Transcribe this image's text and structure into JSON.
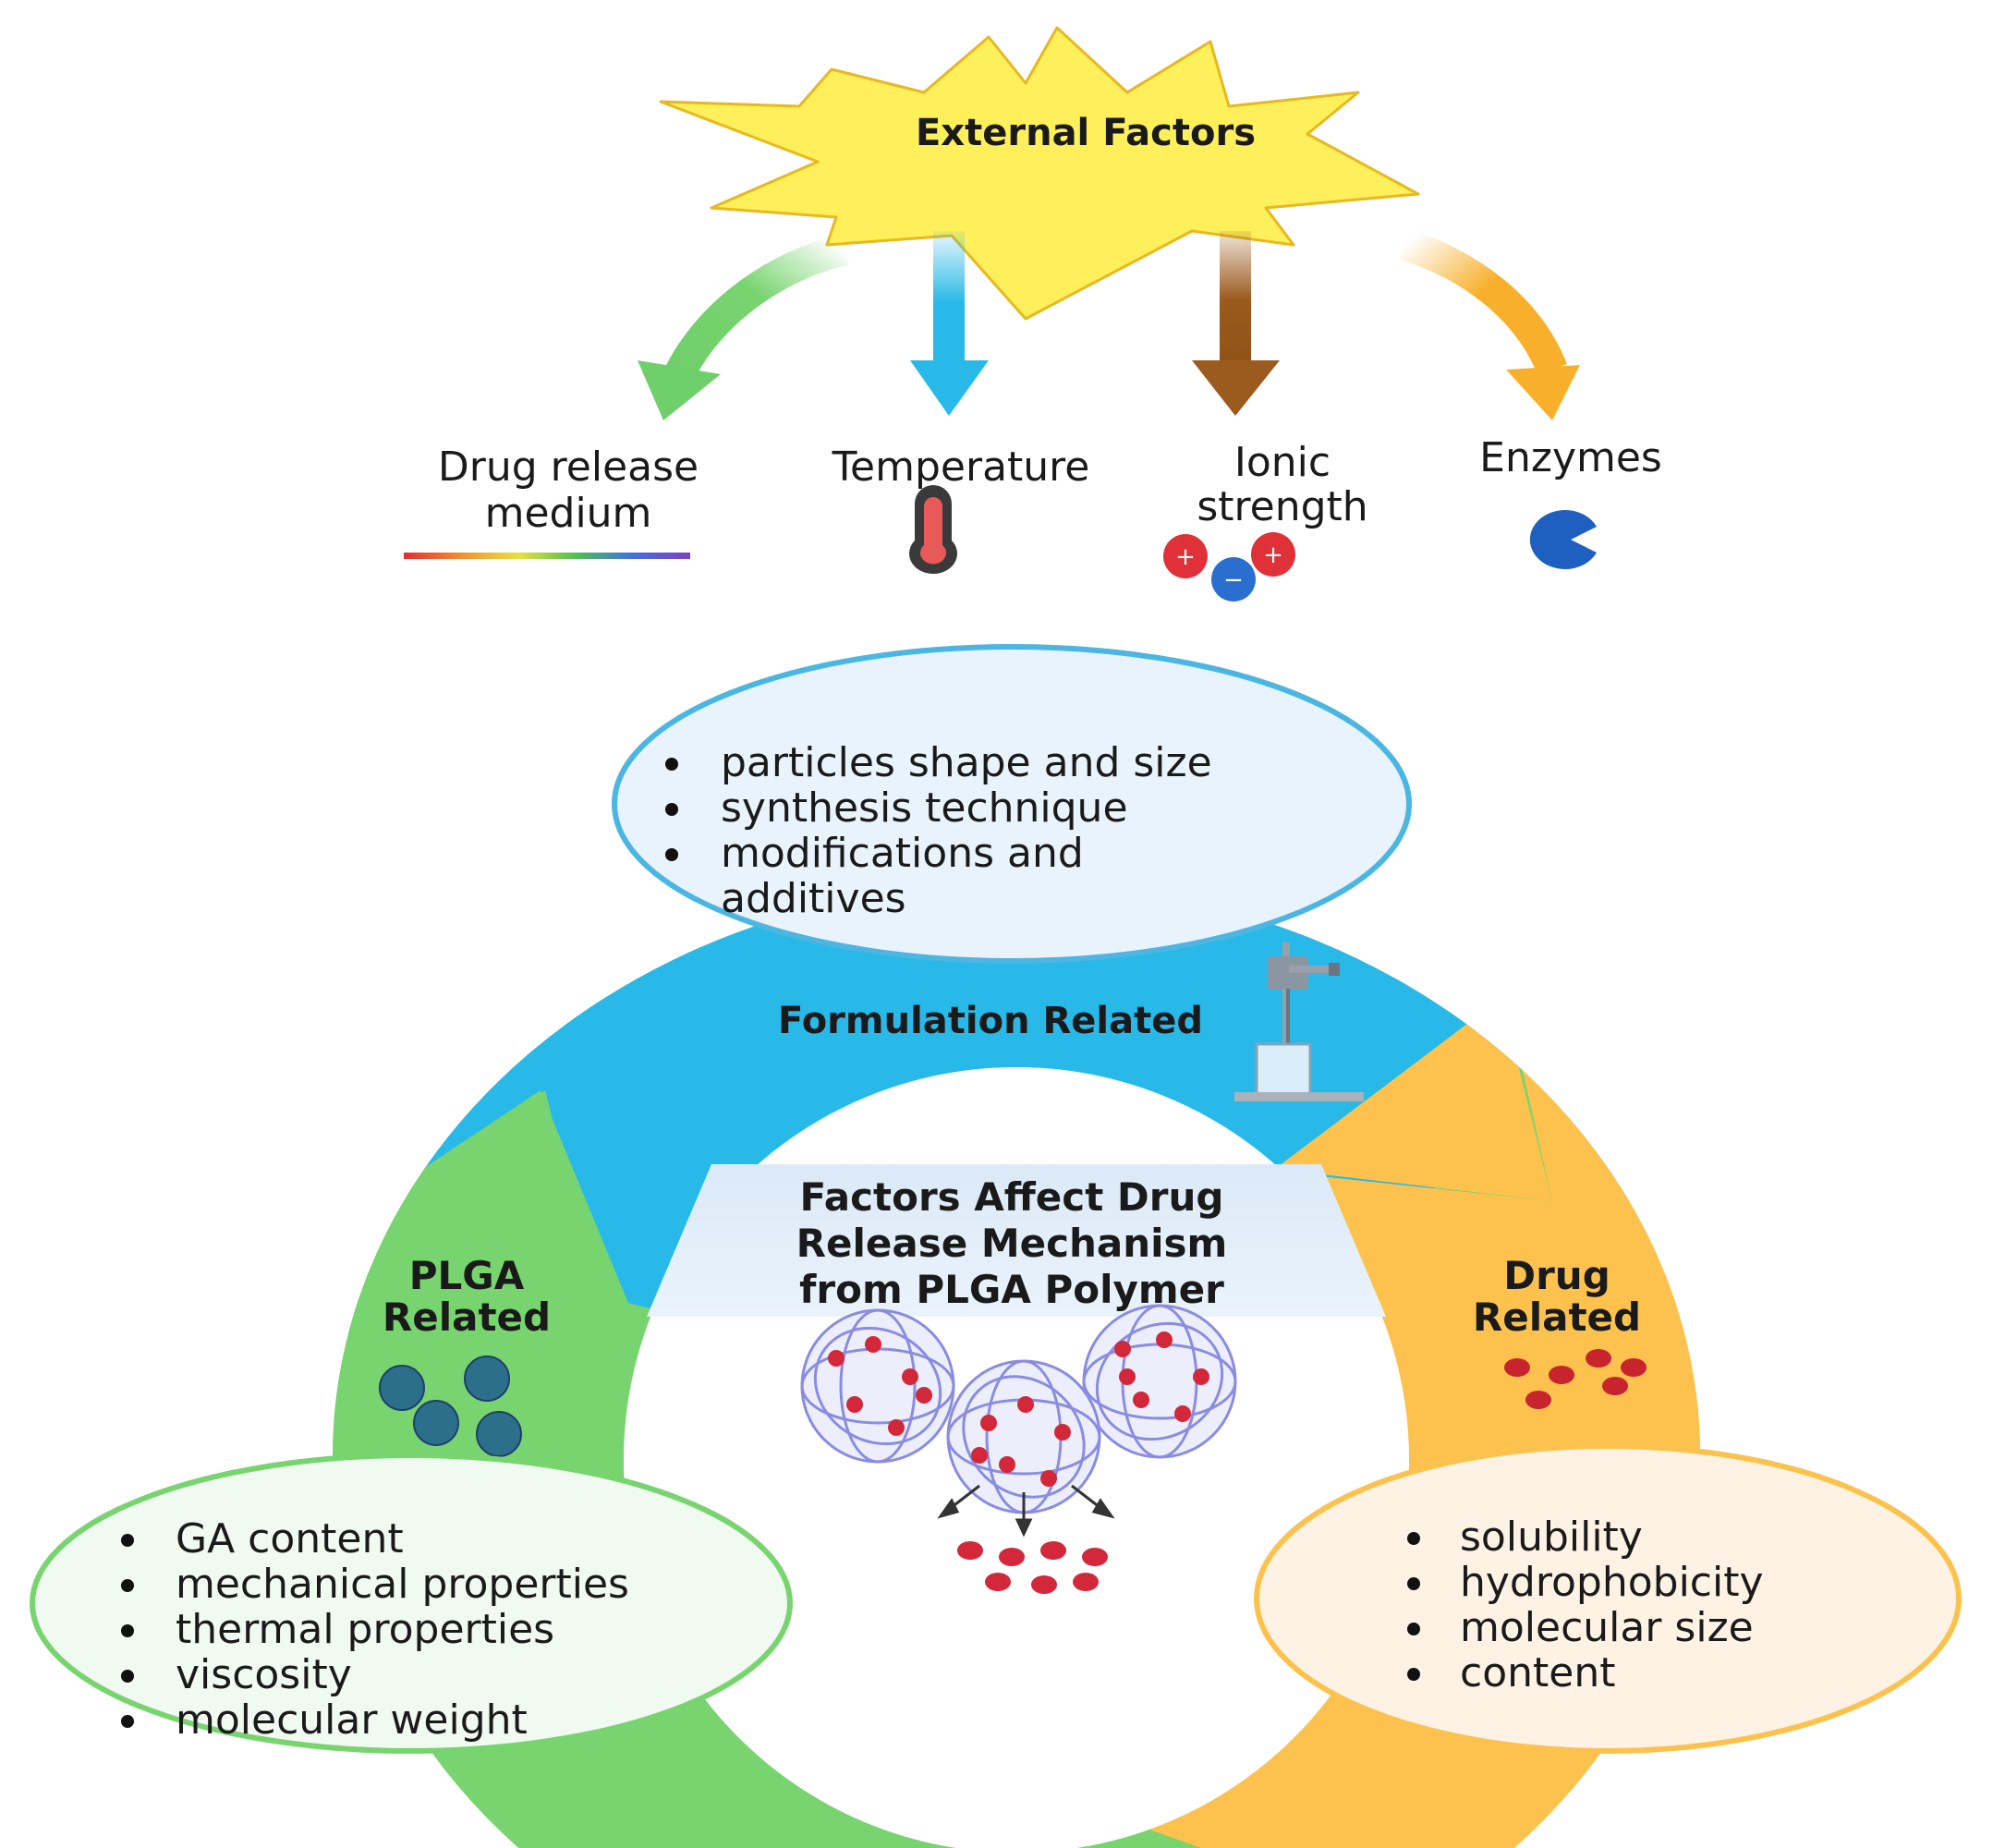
{
  "external": {
    "title": "External Factors",
    "factors": [
      {
        "line1": "Drug release",
        "line2": "medium",
        "icon": "spectrum-bar-icon",
        "arrow_color": "#6fcf6a"
      },
      {
        "line1": "Temperature",
        "line2": "",
        "icon": "thermometer-icon",
        "arrow_color": "#29b9e8"
      },
      {
        "line1": "Ionic",
        "line2": "strength",
        "icon": "ions-icon",
        "arrow_color": "#9b5a1e"
      },
      {
        "line1": "Enzymes",
        "line2": "",
        "icon": "enzyme-icon",
        "arrow_color": "#f8b02c"
      }
    ]
  },
  "center": {
    "line1": "Factors Affect Drug",
    "line2": "Release Mechanism",
    "line3": "from PLGA Polymer"
  },
  "formulation": {
    "label": "Formulation Related",
    "items": [
      "particles shape and size",
      "synthesis technique",
      "modifications and",
      "additives"
    ]
  },
  "plga": {
    "line1": "PLGA",
    "line2": "Related",
    "items": [
      "GA content",
      "mechanical properties",
      "thermal properties",
      "viscosity",
      "molecular weight"
    ]
  },
  "drug": {
    "line1": "Drug",
    "line2": "Related",
    "items": [
      "solubility",
      "hydrophobicity",
      "molecular size",
      "content"
    ]
  },
  "colors": {
    "star": "#fdf05a",
    "formulation": "#29b9e8",
    "plga": "#78d46f",
    "drug": "#fcc24d"
  }
}
